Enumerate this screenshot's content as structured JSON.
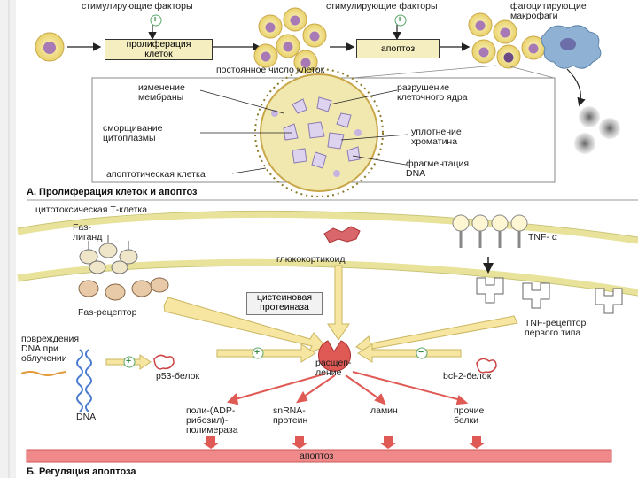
{
  "panel_a": {
    "top_left_label": "стимулирующие факторы",
    "top_right_label": "стимулирующие факторы",
    "macrophage_label": "фагоцитирующие\nмакрофаги",
    "proliferation_box": "пролиферация\nклеток",
    "apoptosis_box": "апоптоз",
    "constant_number": "постоянное число клеток",
    "membrane_change": "изменение\nмембраны",
    "nucleus_destruction": "разрушение\nклеточного ядра",
    "cytoplasm_shrink": "сморщивание\nцитоплазмы",
    "chromatin_condense": "уплотнение\nхроматина",
    "dna_fragment": "фрагментация\nDNA",
    "apoptotic_cell": "апоптотическая клетка",
    "caption": "А. Пролиферация клеток и апоптоз",
    "plus_sign": "+"
  },
  "panel_b": {
    "t_cell": "цитотоксическая Т-клетка",
    "fas_ligand": "Fas-\nлиганд",
    "glucocorticoid": "глюкокортикоид",
    "tnf_alpha": "TNF- α",
    "cysteine_protease": "цистеиновая\nпротеиназа",
    "fas_receptor": "Fas-рецептор",
    "tnf_receptor": "TNF-рецептор\nпервого типа",
    "dna_damage": "повреждения\nDNA при\nоблучении",
    "p53": "p53-белок",
    "cleavage": "расщеп-\nление",
    "bcl2": "bcl-2-белок",
    "dna": "DNA",
    "parp": "поли-(ADP-\nрибозил)-\nполимераза",
    "snrna": "snRNA-\nпротеин",
    "lamin": "ламин",
    "other_proteins": "прочие\nбелки",
    "apoptosis_bar": "апоптоз",
    "caption": "Б. Регуляция апоптоза",
    "plus_sign": "+",
    "minus_sign": "−"
  },
  "colors": {
    "box_yellow": "#f4eec0",
    "cell_yellow": "#f3e38a",
    "cell_purple": "#a77ab5",
    "macrophage_blue": "#8fb2d4",
    "arrow_yellow": "#f6e6a2",
    "arrow_red": "#e05a55",
    "membrane": "#e8e29a",
    "apoptosis_bar": "#f08a8a",
    "green_sign": "#5aa86a"
  }
}
